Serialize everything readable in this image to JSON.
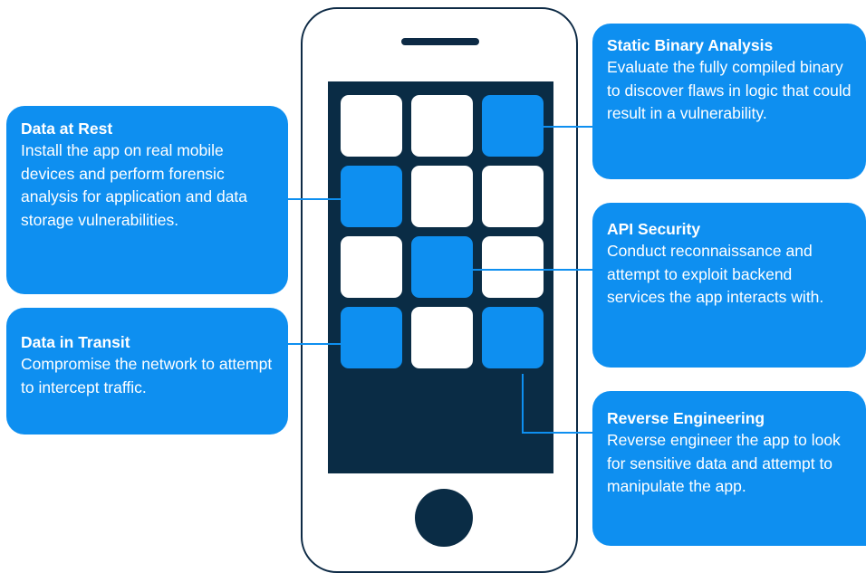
{
  "colors": {
    "accent": "#0e8ff0",
    "dark": "#0a2c45",
    "tile_light": "#ffffff"
  },
  "callouts": {
    "static_binary": {
      "title": "Static Binary Analysis",
      "body": "Evaluate the fully compiled binary to discover flaws in logic that could result in a vulnerability."
    },
    "data_at_rest": {
      "title": "Data at Rest",
      "body": "Install the app on real mobile devices and perform forensic analysis for application and data storage vulnerabilities."
    },
    "api_security": {
      "title": "API Security",
      "body": "Conduct reconnaissance and attempt to exploit backend services the app interacts with."
    },
    "data_in_transit": {
      "title": "Data in Transit",
      "body": "Compromise the network to attempt to intercept traffic."
    },
    "reverse_engineering": {
      "title": "Reverse Engineering",
      "body": "Reverse engineer the app to look for sensitive data and attempt to manipulate the app."
    }
  },
  "tiles": [
    [
      "white",
      "white",
      "blue"
    ],
    [
      "blue",
      "white",
      "white"
    ],
    [
      "white",
      "blue",
      "white"
    ],
    [
      "blue",
      "white",
      "blue"
    ]
  ]
}
